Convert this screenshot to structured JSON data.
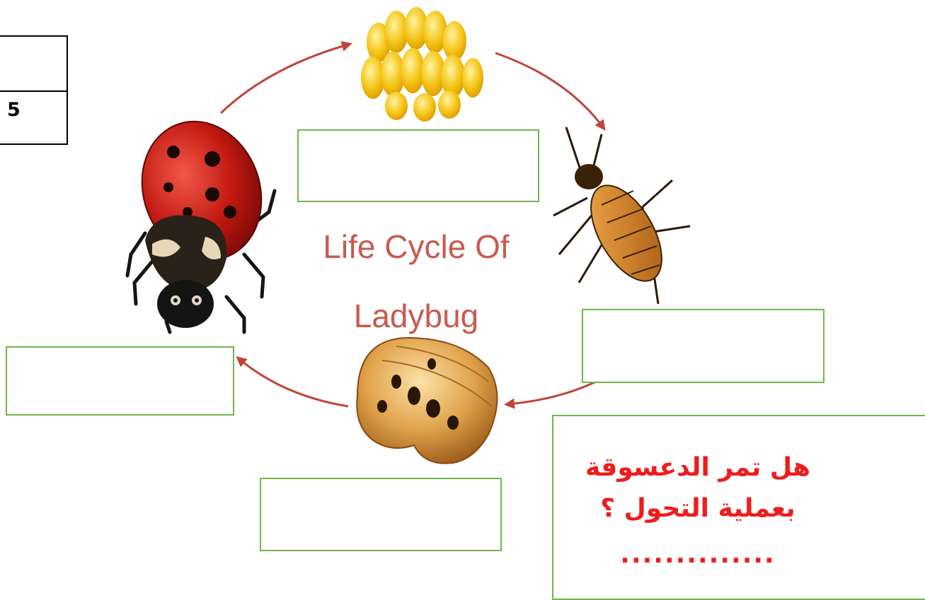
{
  "score": {
    "value": "5"
  },
  "diagram": {
    "title_line1": "Life Cycle Of",
    "title_line2": "Ladybug",
    "colors": {
      "arrow": "#c0443a",
      "box_border": "#6fb84a",
      "question_text": "#ef1c1c"
    },
    "stages": [
      {
        "icon": "eggs-icon",
        "answer": ""
      },
      {
        "icon": "larva-icon",
        "answer": ""
      },
      {
        "icon": "pupa-icon",
        "answer": ""
      },
      {
        "icon": "adult-ladybug-icon",
        "answer": ""
      }
    ]
  },
  "question": {
    "line1": "هل تمر الدعسوقة",
    "line2": "بعملية التحول ؟",
    "answer_placeholder": ".............."
  }
}
